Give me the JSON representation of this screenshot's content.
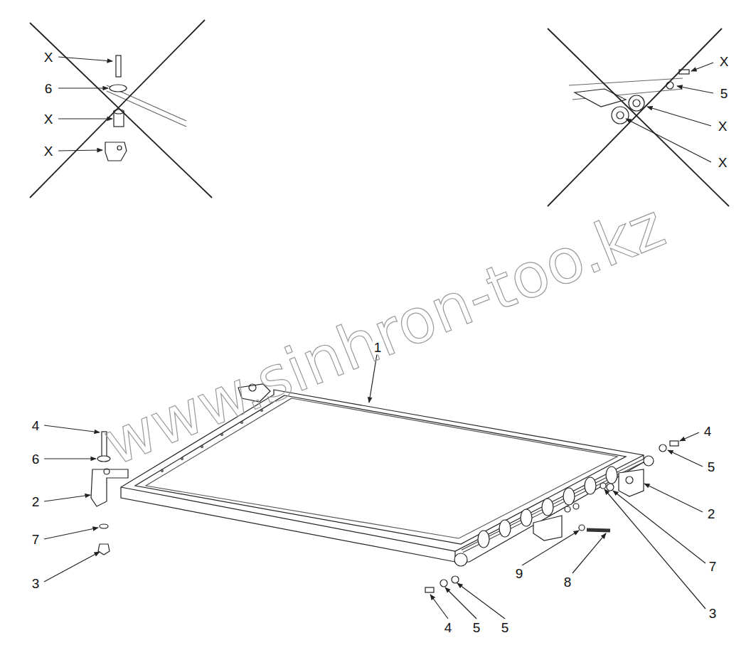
{
  "diagram": {
    "labels": [
      "X",
      "6",
      "X",
      "X",
      "X",
      "5",
      "X",
      "X",
      "www.sinhron-too.kz",
      "1",
      "4",
      "6",
      "2",
      "7",
      "3",
      "4",
      "5",
      "2",
      "7",
      "3",
      "9",
      "8",
      "4",
      "5",
      "5"
    ]
  }
}
